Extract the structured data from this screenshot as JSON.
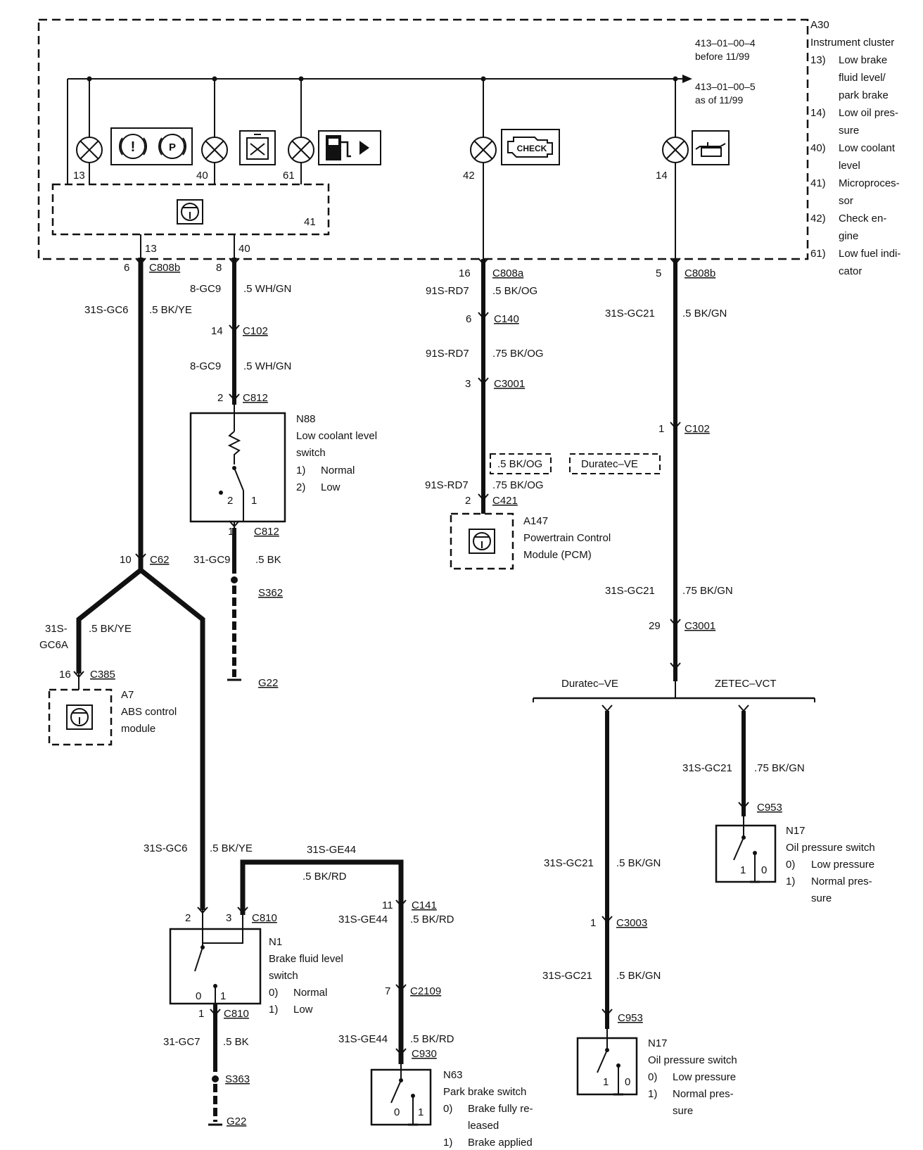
{
  "cluster": {
    "id": "A30",
    "name": "Instrument cluster",
    "ref_before": "413–01–00–4",
    "ref_before_date": "before 11/99",
    "ref_after": "413–01–00–5",
    "ref_after_date": "as of 11/99",
    "legend": [
      {
        "num": "13)",
        "lines": [
          "Low brake",
          "fluid level/",
          "park brake"
        ]
      },
      {
        "num": "14)",
        "lines": [
          "Low oil pres-",
          "sure"
        ]
      },
      {
        "num": "40)",
        "lines": [
          "Low coolant",
          "level"
        ]
      },
      {
        "num": "41)",
        "lines": [
          "Microproces-",
          "sor"
        ]
      },
      {
        "num": "42)",
        "lines": [
          "Check en-",
          "gine"
        ]
      },
      {
        "num": "61)",
        "lines": [
          "Low fuel indi-",
          "cator"
        ]
      }
    ],
    "lamp_nums": {
      "l13": "13",
      "l40": "40",
      "l61": "61",
      "l42": "42",
      "l14": "14"
    },
    "micro_num": "41",
    "check_text": "CHECK",
    "brake_text": "P"
  },
  "wires": {
    "w1": {
      "pin_top": "6",
      "conn_top": "C808b",
      "num13": "13",
      "circuit": "31S-GC6",
      "color": ".5 BK/YE",
      "pin_c62": "10",
      "conn_c62": "C62",
      "branch_circuit_a": "31S-",
      "branch_circuit_b": "GC6A",
      "branch_color": ".5 BK/YE",
      "pin_c385": "16",
      "conn_c385": "C385",
      "lower_circuit": "31S-GC6",
      "lower_color": ".5 BK/YE"
    },
    "w2": {
      "pin_top": "8",
      "num40": "40",
      "circuit": "8-GC9",
      "color": ".5 WH/GN",
      "pin_c102": "14",
      "conn_c102": "C102",
      "circuit2": "8-GC9",
      "color2": ".5 WH/GN",
      "pin_c812": "2",
      "conn_c812": "C812",
      "pin_c812b": "1",
      "conn_c812b": "C812",
      "circuit3": "31-GC9",
      "color3": ".5 BK",
      "splice": "S362",
      "ground": "G22"
    },
    "w3": {
      "pin_top": "16",
      "conn_top": "C808a",
      "circuit": "91S-RD7",
      "color": ".5 BK/OG",
      "pin_c140": "6",
      "conn_c140": "C140",
      "circuit2": "91S-RD7",
      "color2": ".75 BK/OG",
      "pin_c3001": "3",
      "conn_c3001": "C3001",
      "box_a": ".5 BK/OG",
      "box_b": "Duratec–VE",
      "circuit3": "91S-RD7",
      "color3": ".75 BK/OG",
      "pin_c421": "2",
      "conn_c421": "C421"
    },
    "w4": {
      "pin_top": "5",
      "conn_top": "C808b",
      "circuit": "31S-GC21",
      "color": ".5 BK/GN",
      "pin_c102": "1",
      "conn_c102": "C102",
      "circuit2": "31S-GC21",
      "color2": ".75 BK/GN",
      "pin_c3001": "29",
      "conn_c3001": "C3001",
      "variant_left": "Duratec–VE",
      "variant_right": "ZETEC–VCT",
      "z_circuit": "31S-GC21",
      "z_color": ".75 BK/GN",
      "z_conn": "C953",
      "d_circuit": "31S-GC21",
      "d_color": ".5 BK/GN",
      "d_pin_c3003": "1",
      "d_conn_c3003": "C3003",
      "d_circuit2": "31S-GC21",
      "d_color2": ".5 BK/GN",
      "d_conn_c953": "C953"
    },
    "w5": {
      "circuit_top": "31S-GE44",
      "color_top": ".5 BK/RD",
      "pin_c141": "11",
      "conn_c141": "C141",
      "circuit_c141": "31S-GE44",
      "color_c141": ".5 BK/RD",
      "pin_c2109": "7",
      "conn_c2109": "C2109",
      "circuit_c930": "31S-GE44",
      "color_c930": ".5 BK/RD",
      "conn_c930": "C930"
    },
    "w6": {
      "pin2": "2",
      "pin3": "3",
      "conn_c810": "C810",
      "pin_c810b": "1",
      "conn_c810b": "C810",
      "circuit": "31-GC7",
      "color": ".5 BK",
      "splice": "S363",
      "ground": "G22"
    }
  },
  "components": {
    "n88": {
      "id": "N88",
      "l1": "Low coolant level",
      "l2": "switch",
      "s1n": "1)",
      "s1": "Normal",
      "s2n": "2)",
      "s2": "Low",
      "p2": "2",
      "p1": "1"
    },
    "a147": {
      "id": "A147",
      "l1": "Powertrain Control",
      "l2": "Module (PCM)"
    },
    "a7": {
      "id": "A7",
      "l1": "ABS control",
      "l2": "module"
    },
    "n1": {
      "id": "N1",
      "l1": "Brake fluid level",
      "l2": "switch",
      "s0n": "0)",
      "s0": "Normal",
      "s1n": "1)",
      "s1": "Low",
      "p0": "0",
      "p1": "1"
    },
    "n63": {
      "id": "N63",
      "l1": "Park brake switch",
      "s0n": "0)",
      "s0a": "Brake fully re-",
      "s0b": "leased",
      "s1n": "1)",
      "s1": "Brake applied",
      "p0": "0",
      "p1": "1"
    },
    "n17a": {
      "id": "N17",
      "l1": "Oil pressure switch",
      "s0n": "0)",
      "s0": "Low pressure",
      "s1n": "1)",
      "s1a": "Normal pres-",
      "s1b": "sure",
      "p1": "1",
      "p0": "0"
    },
    "n17b": {
      "id": "N17",
      "l1": "Oil pressure switch",
      "s0n": "0)",
      "s0": "Low pressure",
      "s1n": "1)",
      "s1a": "Normal pres-",
      "s1b": "sure",
      "p1": "1",
      "p0": "0"
    }
  }
}
